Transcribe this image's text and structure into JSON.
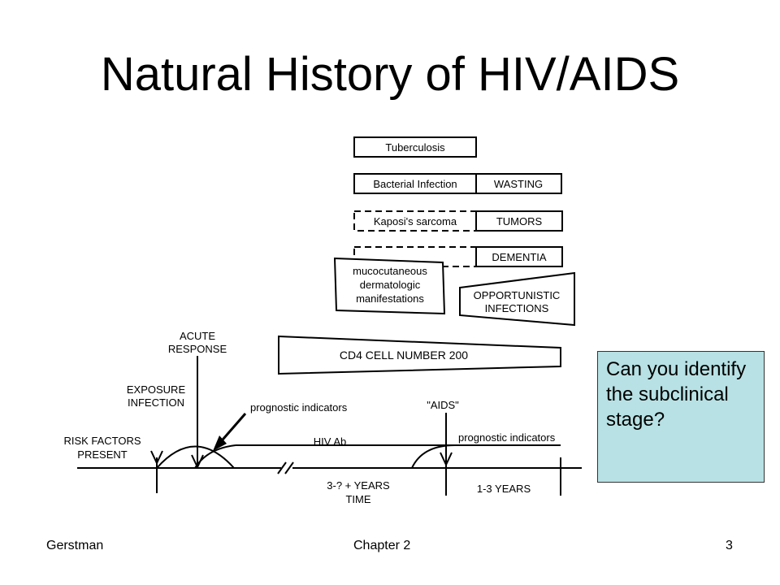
{
  "slide": {
    "title": "Natural History of HIV/AIDS"
  },
  "diagram": {
    "boxes": {
      "tuberculosis": "Tuberculosis",
      "bacterial_infection": "Bacterial Infection",
      "wasting": "WASTING",
      "kaposis_sarcoma": "Kaposi's sarcoma",
      "tumors": "TUMORS",
      "dementia": "DEMENTIA",
      "mucocutaneous": [
        "mucocutaneous",
        "dermatologic",
        "manifestations"
      ],
      "opportunistic": [
        "OPPORTUNISTIC",
        "INFECTIONS"
      ],
      "cd4": "CD4 CELL NUMBER 200"
    },
    "labels": {
      "acute_response": [
        "ACUTE",
        "RESPONSE"
      ],
      "exposure_infection": [
        "EXPOSURE",
        "INFECTION"
      ],
      "risk_factors": [
        "RISK FACTORS",
        "PRESENT"
      ],
      "prognostic_indicators_1": "prognostic indicators",
      "aids": "\"AIDS\"",
      "prognostic_indicators_2": "prognostic indicators",
      "hiv_ab": "HIV Ab",
      "years_1": [
        "3-? + YEARS",
        "TIME"
      ],
      "years_2": "1-3 YEARS"
    }
  },
  "callout": {
    "text": "Can you identify the subclinical stage?"
  },
  "footer": {
    "left": "Gerstman",
    "center": "Chapter 2",
    "right": "3"
  }
}
